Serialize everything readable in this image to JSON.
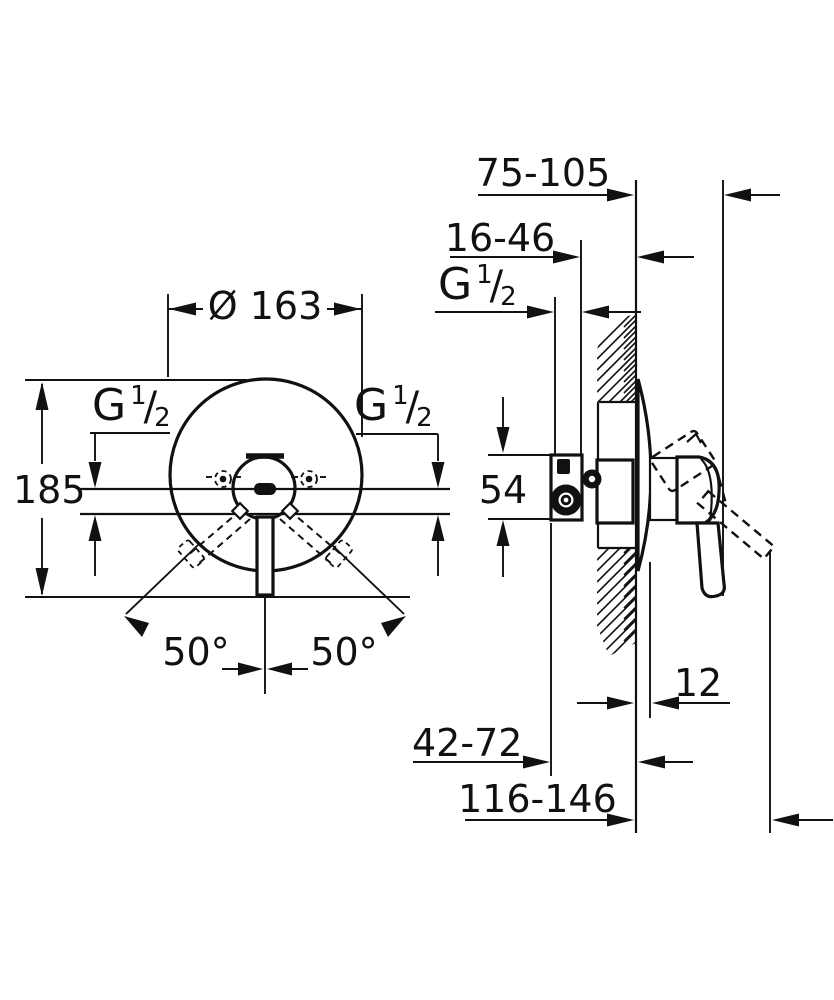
{
  "front_view": {
    "diameter_label": "Ø 163",
    "height_label": "185",
    "angle_left_label": "50°",
    "angle_right_label": "50°"
  },
  "side_view": {
    "handle_clearance_label": "75-105",
    "rough_in_range_label": "16-46",
    "body_height_label": "54",
    "plate_thickness_label": "12",
    "min_depth_label": "42-72",
    "max_depth_label": "116-146"
  },
  "thread_label": {
    "letter": "G",
    "numerator": "1",
    "slash": "/",
    "denominator": "2"
  }
}
